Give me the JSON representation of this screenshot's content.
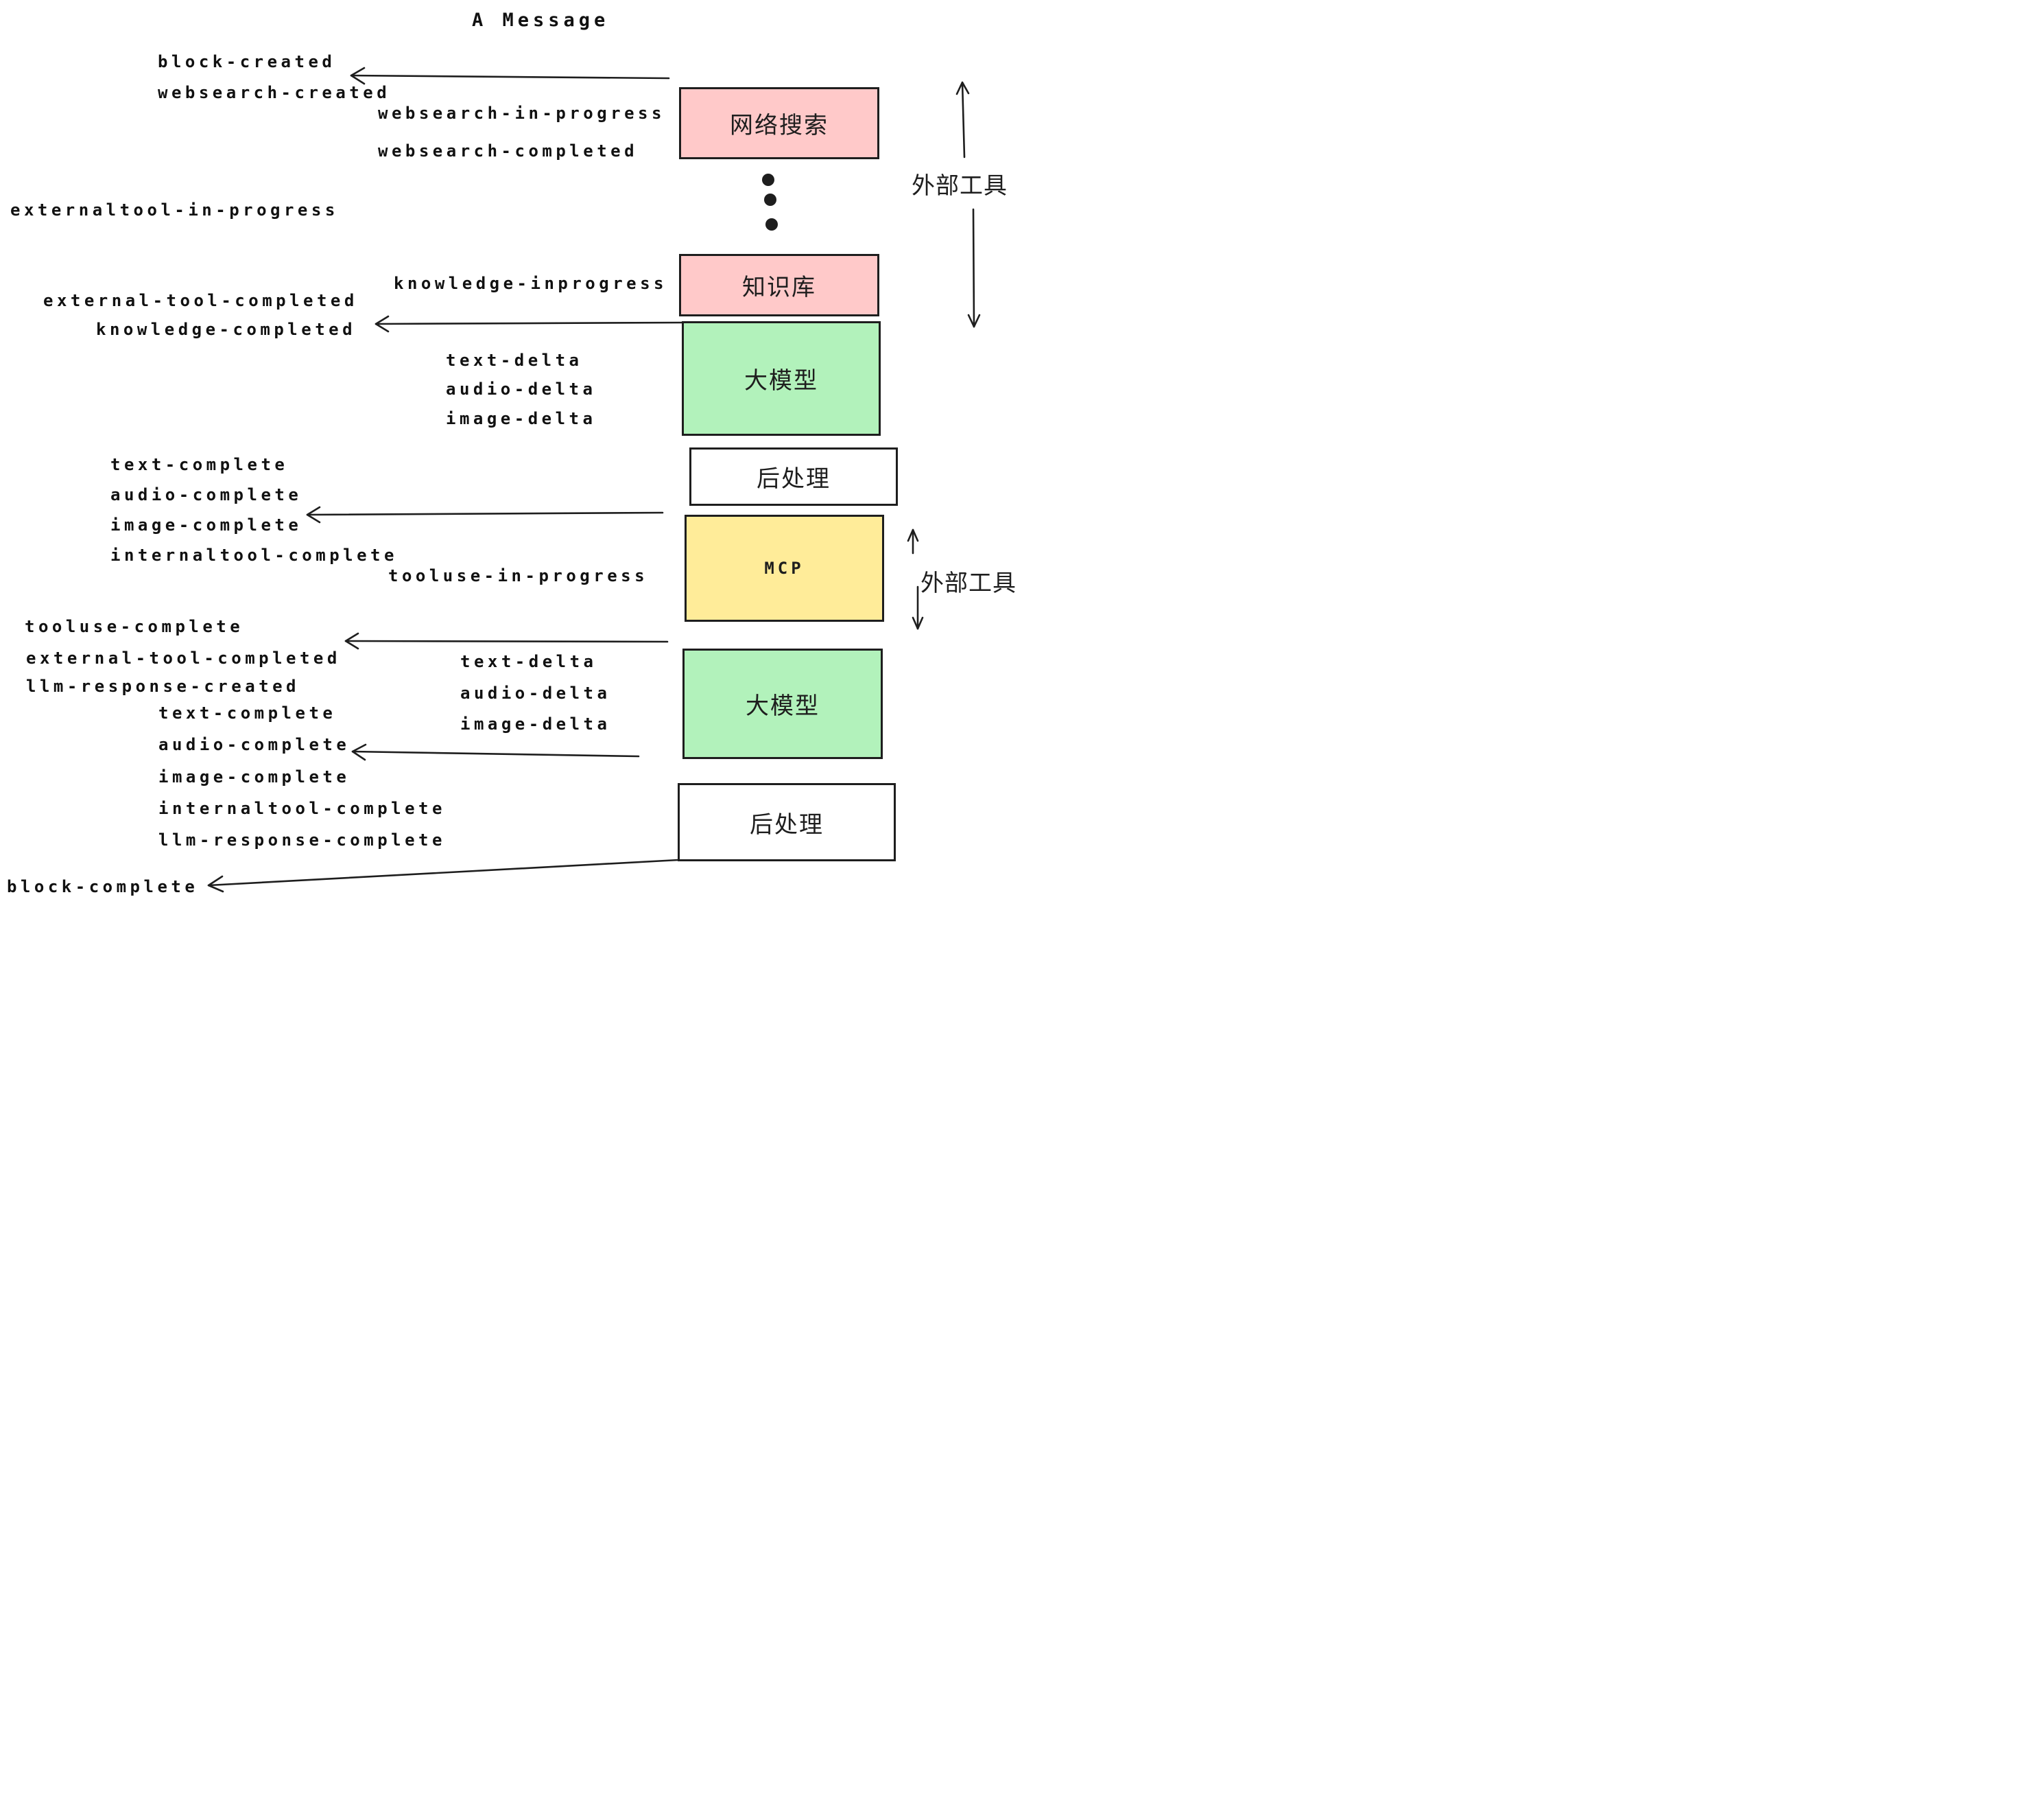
{
  "title": "A Message",
  "colors": {
    "pink": "#ffc9c9",
    "green": "#b2f2bb",
    "yellow": "#ffec99",
    "white": "#ffffff",
    "stroke": "#1e1e1e"
  },
  "boxes": {
    "websearch": {
      "label": "网络搜索"
    },
    "knowledge": {
      "label": "知识库"
    },
    "llm1": {
      "label": "大模型"
    },
    "post1": {
      "label": "后处理"
    },
    "mcp": {
      "label": "MCP"
    },
    "llm2": {
      "label": "大模型"
    },
    "post2": {
      "label": "后处理"
    }
  },
  "annotations": {
    "external_tools_top": "外部工具",
    "external_tools_mid": "外部工具"
  },
  "events": {
    "block_created": "block-created",
    "websearch_created": "websearch-created",
    "websearch_in_progress": "websearch-in-progress",
    "websearch_completed": "websearch-completed",
    "externaltool_in_progress": "externaltool-in-progress",
    "knowledge_inprogress": "knowledge-inprogress",
    "external_tool_completed_1": "external-tool-completed",
    "knowledge_completed": "knowledge-completed",
    "text_delta_1": "text-delta",
    "audio_delta_1": "audio-delta",
    "image_delta_1": "image-delta",
    "text_complete_1": "text-complete",
    "audio_complete_1": "audio-complete",
    "image_complete_1": "image-complete",
    "internaltool_complete_1": "internaltool-complete",
    "tooluse_in_progress": "tooluse-in-progress",
    "tooluse_complete": "tooluse-complete",
    "external_tool_completed_2": "external-tool-completed",
    "llm_response_created": "llm-response-created",
    "text_complete_2": "text-complete",
    "audio_complete_2": "audio-complete",
    "image_complete_2": "image-complete",
    "internaltool_complete_2": "internaltool-complete",
    "llm_response_complete": "llm-response-complete",
    "text_delta_2": "text-delta",
    "audio_delta_2": "audio-delta",
    "image_delta_2": "image-delta",
    "block_complete": "block-complete"
  }
}
